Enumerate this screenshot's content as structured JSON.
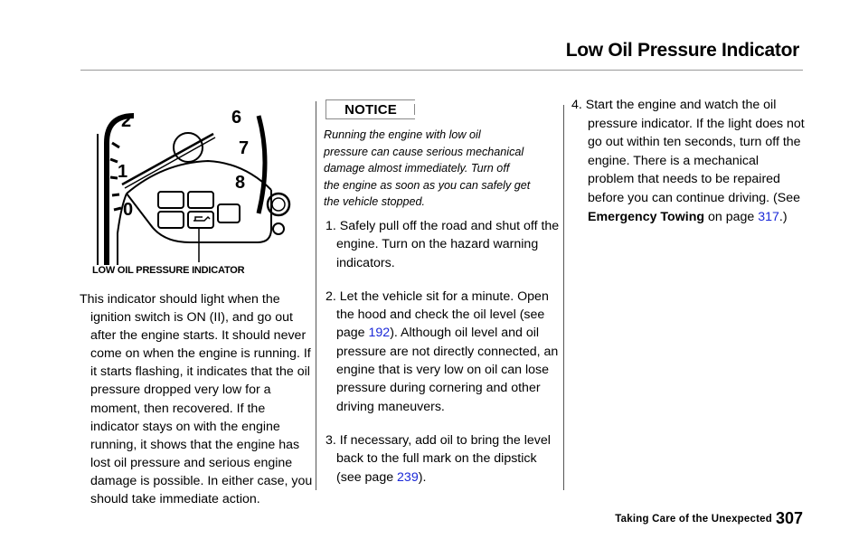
{
  "header": {
    "title": "Low Oil Pressure Indicator"
  },
  "figure": {
    "caption": "LOW OIL PRESSURE INDICATOR",
    "tach_marks": [
      "2",
      "1",
      "0",
      "6",
      "7",
      "8"
    ]
  },
  "column1": {
    "paragraph": "This indicator should light when the ignition switch is ON (II), and go out after the engine starts. It should never come on when the engine is running. If it starts flashing, it indicates that the oil pressure dropped very low for a moment, then recovered. If the indicator stays on with the engine running, it shows that the engine has lost oil pressure and serious engine damage is possible. In either case, you should take immediate action."
  },
  "notice": {
    "label": "NOTICE",
    "lines": [
      "Running the engine with low oil",
      "pressure can cause serious mechanical",
      "damage almost immediately. Turn off",
      "the engine as soon as you can safely get",
      "the vehicle stopped."
    ]
  },
  "steps": {
    "step1": "1. Safely pull off the road and shut off the engine. Turn on the hazard warning indicators.",
    "step2_before": "2. Let the vehicle sit for a minute. Open the hood and check the oil level (see page ",
    "step2_link": "192",
    "step2_after": "). Although oil level and oil pressure are not directly connected, an engine that is very low on oil can lose pressure during cornering and other driving maneuvers.",
    "step3_before": "3. If necessary, add oil to bring the level back to the full mark on the dipstick (see page ",
    "step3_link": "239",
    "step3_after": ").",
    "step4_before": "4. Start the engine and watch the oil pressure indicator. If the light does not go out within ten seconds, turn off the engine. There is a mechanical problem that needs to be repaired before you can continue driving. (See ",
    "step4_bold": "Emergency Towing",
    "step4_mid": " on page ",
    "step4_link": "317",
    "step4_after": ".)"
  },
  "footer": {
    "section": "Taking Care of the Unexpected",
    "page_number": "307"
  }
}
